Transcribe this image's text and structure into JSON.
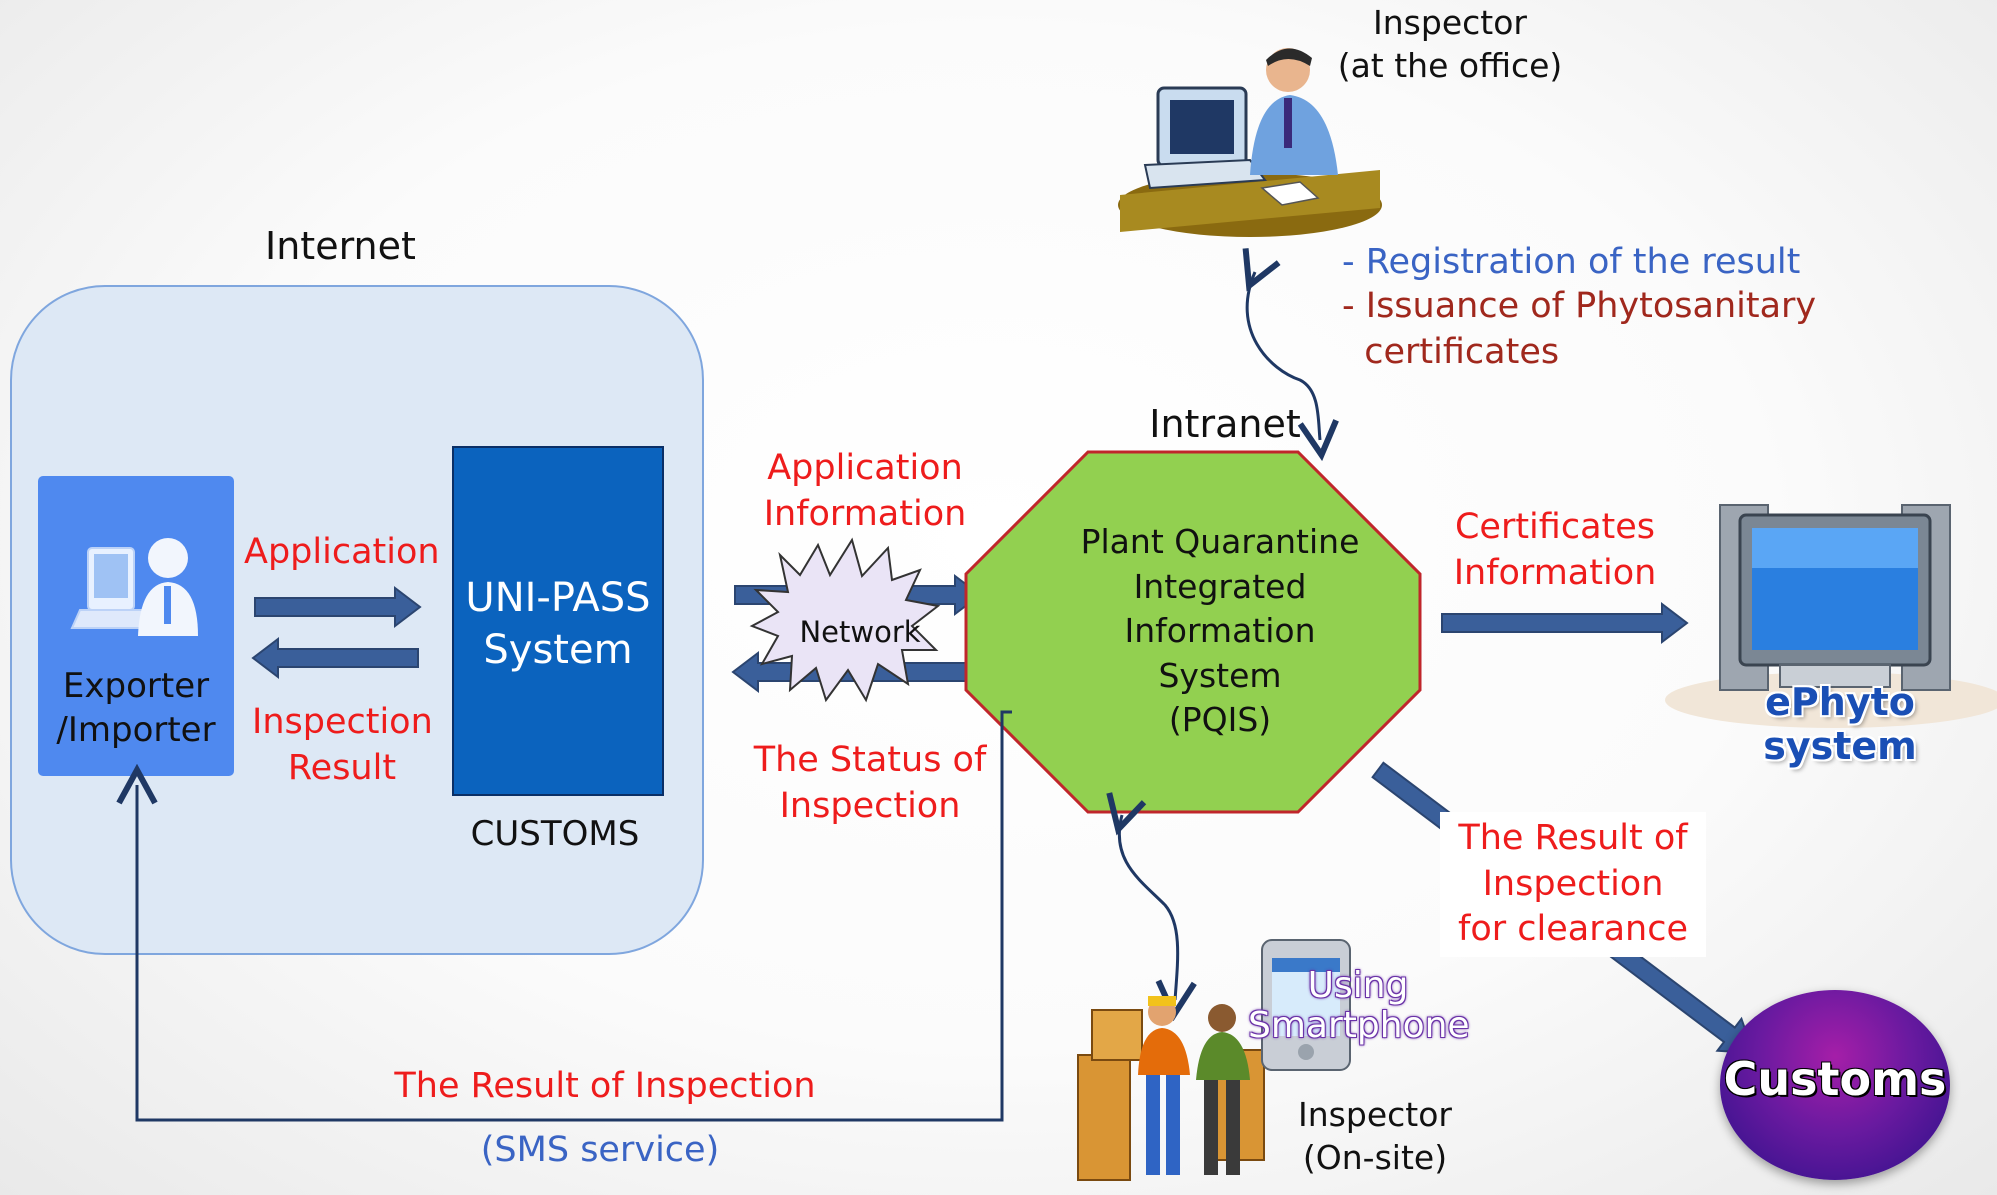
{
  "internet_label": "Internet",
  "intranet_label": "Intranet",
  "exporter_label": "Exporter\n/Importer",
  "unipass_label": "UNI-PASS\nSystem",
  "customs_org_label": "CUSTOMS",
  "application_label": "Application",
  "inspection_result_label": "Inspection\nResult",
  "application_information_label": "Application\nInformation",
  "network_label": "Network",
  "status_of_inspection_label": "The Status of\nInspection",
  "pqis_label": "Plant Quarantine\nIntegrated\nInformation\nSystem\n(PQIS)",
  "certificates_information_label": "Certificates\nInformation",
  "ephyto_label": "ePhyto system",
  "result_for_clearance_label": "The Result of\nInspection\nfor clearance",
  "customs_label": "Customs",
  "office_inspector_label": "Inspector\n(at the office)",
  "registration_label": "- Registration of the result",
  "issuance_label": "- Issuance of Phytosanitary\n  certificates",
  "onsite_inspector_label": "Inspector\n(On-site)",
  "smartphone_label": "Using\nSmartphone",
  "result_of_inspection_label": "The Result of Inspection",
  "sms_label": "(SMS service)",
  "colors": {
    "arrow_blue": "#3a5f9a",
    "label_red": "#ee1c1c",
    "pqis_green": "#92d050",
    "unipass_blue": "#0b63be",
    "exporter_blue": "#4f89ef",
    "panel_bg": "#dde8f5"
  },
  "icons": [
    "office-inspector-illustration",
    "exporter-user-icon",
    "network-burst-icon",
    "ephyto-server-icon",
    "onsite-workers-illustration",
    "smartphone-icon"
  ]
}
